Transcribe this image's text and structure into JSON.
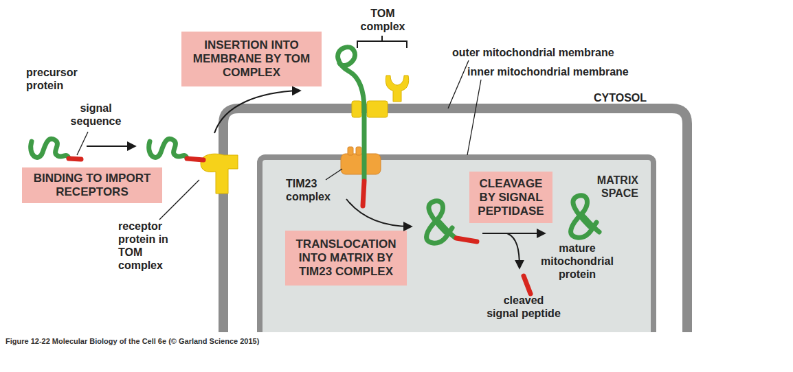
{
  "diagram": {
    "caption": "Figure 12-22 Molecular Biology of the Cell 6e (© Garland Science 2015)",
    "nodes": [
      {
        "text": [
          "BINDING TO IMPORT RECEPTORS"
        ]
      },
      {
        "text": [
          "INSERTION INTO MEMBRANE BY TOM COMPLEX"
        ]
      },
      {
        "text": [
          "MATRIX SPACE"
        ]
      },
      {
        "text": [
          "CLEAVAGE BY SIGNAL PEPTIDASE"
        ],
        "in": 2
      },
      {
        "text": [
          "TRANSLOCATION INTO MATRIX BY TIM23 COMPLEX"
        ],
        "in": 2
      }
    ],
    "labels": [
      "precursor protein",
      "signal sequence",
      "TOM complex",
      "outer mitochondrial membrane",
      "inner mitochondrial membrane",
      "CYTOSOL",
      "TIM23 complex",
      "receptor protein in TOM complex",
      "mature mitochondrial protein",
      "cleaved signal peptide"
    ]
  }
}
